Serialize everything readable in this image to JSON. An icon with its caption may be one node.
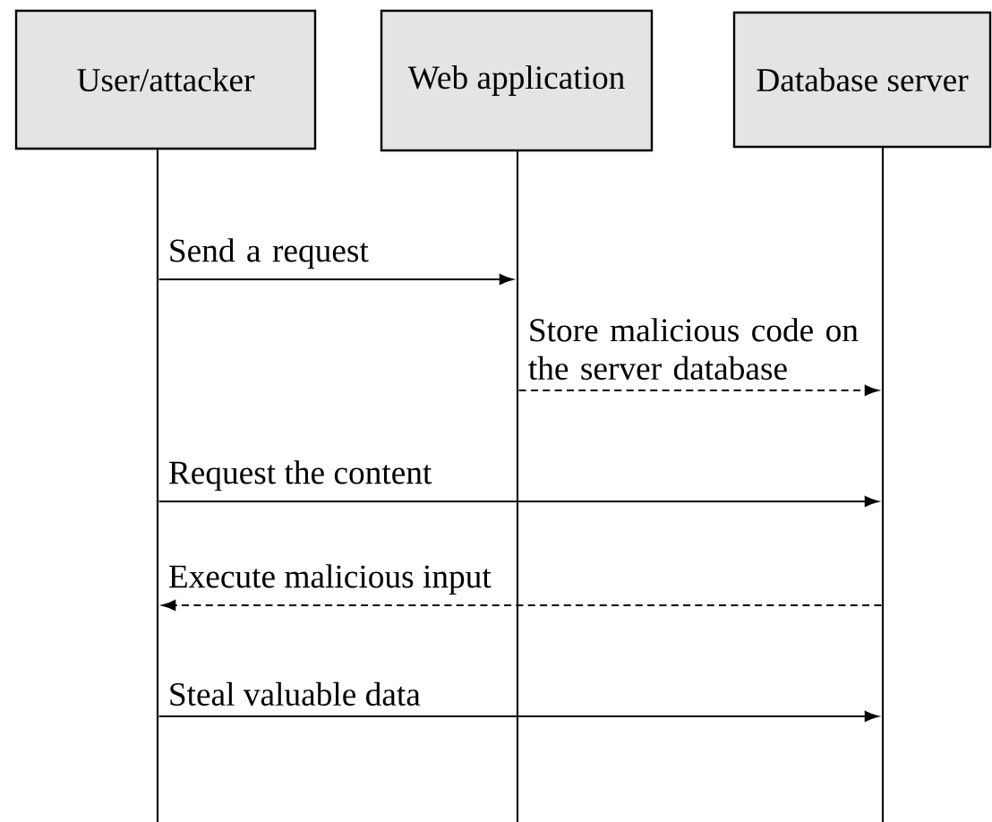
{
  "diagram": {
    "nodes": [
      {
        "text": [
          "User/attacker"
        ]
      },
      {
        "text": [
          "Web application"
        ]
      },
      {
        "text": [
          "Database server"
        ]
      },
      {
        "text": [],
        "shape": "line"
      },
      {
        "text": [],
        "shape": "line"
      },
      {
        "text": [],
        "shape": "line"
      }
    ],
    "edges": [
      {
        "from": 3,
        "to": 4,
        "arrow": "to",
        "label": "Send a request"
      },
      {
        "from": 4,
        "to": 5,
        "arrow": "to",
        "label": "Store malicious code on the server database",
        "style": "dashed"
      },
      {
        "from": 3,
        "to": 5,
        "arrow": "to",
        "label": "Request the content"
      },
      {
        "from": 5,
        "to": 3,
        "arrow": "to",
        "label": "Execute malicious input",
        "style": "dashed"
      },
      {
        "from": 3,
        "to": 5,
        "arrow": "to",
        "label": "Steal valuable data"
      }
    ]
  }
}
